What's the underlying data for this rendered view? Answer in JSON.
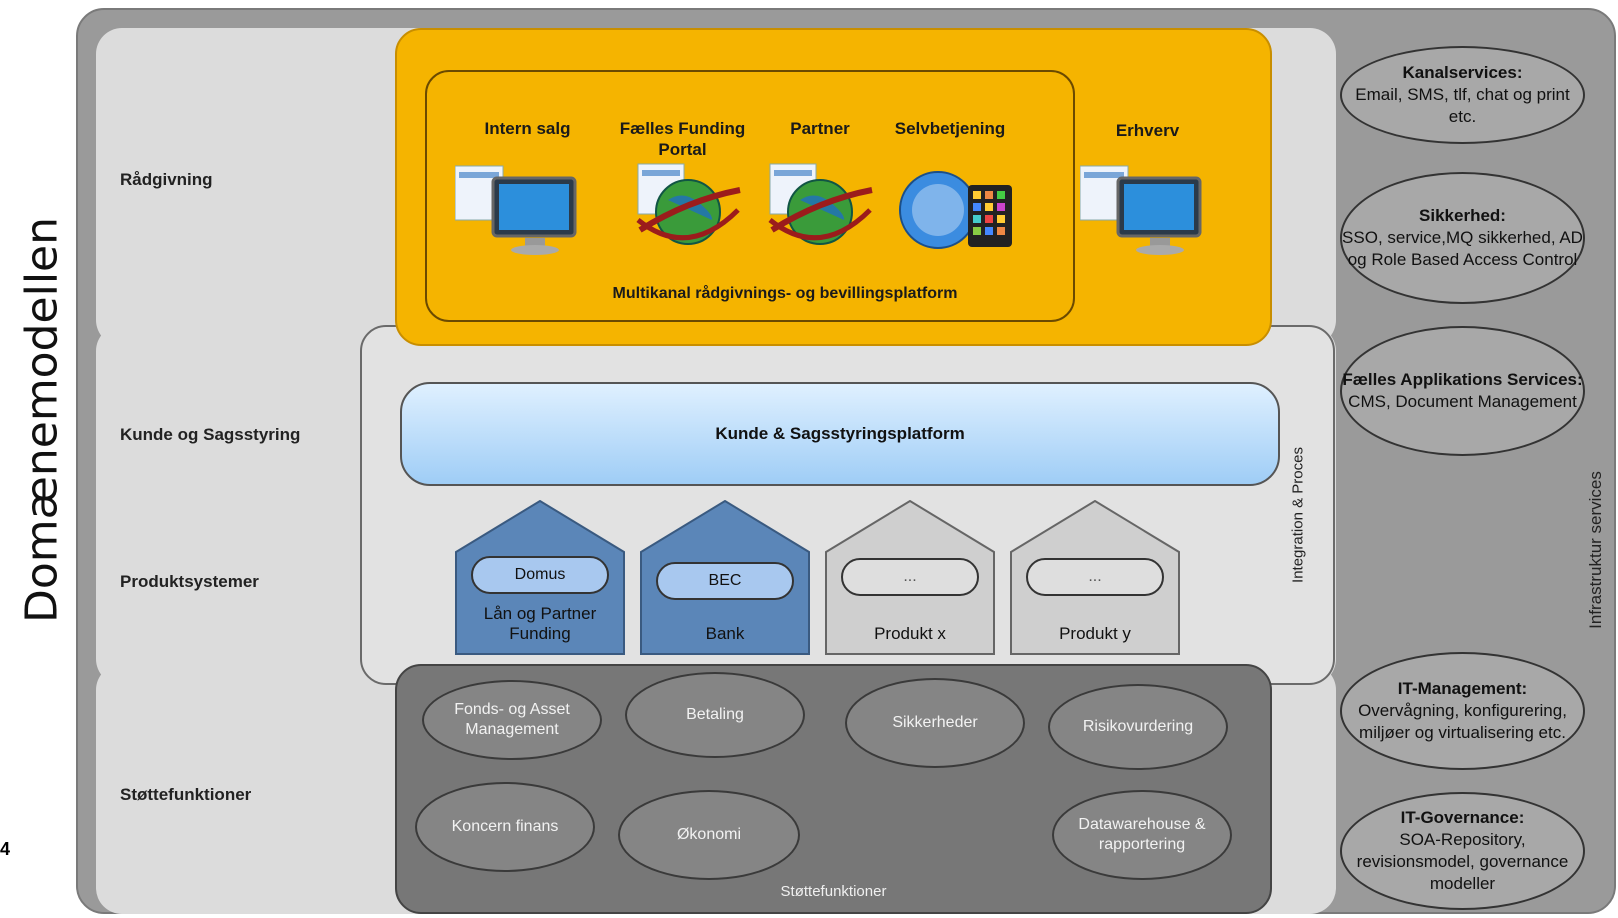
{
  "page_title": "Domænemodellen",
  "page_number": "4",
  "rows": {
    "raadgivning": "Rådgivning",
    "kunde": "Kunde og Sagsstyring",
    "produkt": "Produktsystemer",
    "stotte": "Støttefunktioner"
  },
  "channels": {
    "intern_salg": "Intern salg",
    "faelles_funding": "Fælles Funding Portal",
    "partner": "Partner",
    "selvbetjening": "Selvbetjening",
    "erhverv": "Erhverv",
    "platform": "Multikanal rådgivnings- og bevillingsplatform"
  },
  "kunde_platform": "Kunde & Sagsstyringsplatform",
  "integration_label": "Integration & Proces",
  "infrastructure_label": "Infrastruktur services",
  "product_systems": [
    {
      "pill": "Domus",
      "label": "Lån og Partner Funding",
      "color": "#5b86b8"
    },
    {
      "pill": "BEC",
      "label": "Bank",
      "color": "#5b86b8"
    },
    {
      "pill": "...",
      "label": "Produkt x",
      "color": "#cfcfcf"
    },
    {
      "pill": "...",
      "label": "Produkt y",
      "color": "#cfcfcf"
    }
  ],
  "support_functions": {
    "fonds": "Fonds- og Asset Management",
    "betaling": "Betaling",
    "sikkerheder": "Sikkerheder",
    "risiko": "Risikovurdering",
    "koncern": "Koncern finans",
    "okonomi": "Økonomi",
    "datawarehouse": "Datawarehouse & rapportering",
    "footer": "Støttefunktioner"
  },
  "infra_services": [
    {
      "title": "Kanalservices:",
      "text": "Email, SMS, tlf, chat og print etc."
    },
    {
      "title": "Sikkerhed:",
      "text": "SSO, service,MQ sikkerhed, AD og Role Based Access Control"
    },
    {
      "title": "Fælles Applikations Services:",
      "text": "CMS, Document Management"
    },
    {
      "title": "IT-Management:",
      "text": "Overvågning, konfigurering, miljøer og virtualisering etc."
    },
    {
      "title": "IT-Governance:",
      "text": "SOA-Repository, revisionsmodel, governance modeller"
    }
  ],
  "colors": {
    "yellow": "#f5b400",
    "blue_house": "#5b86b8",
    "grey_house": "#cfcfcf",
    "dark_box": "#777777"
  }
}
